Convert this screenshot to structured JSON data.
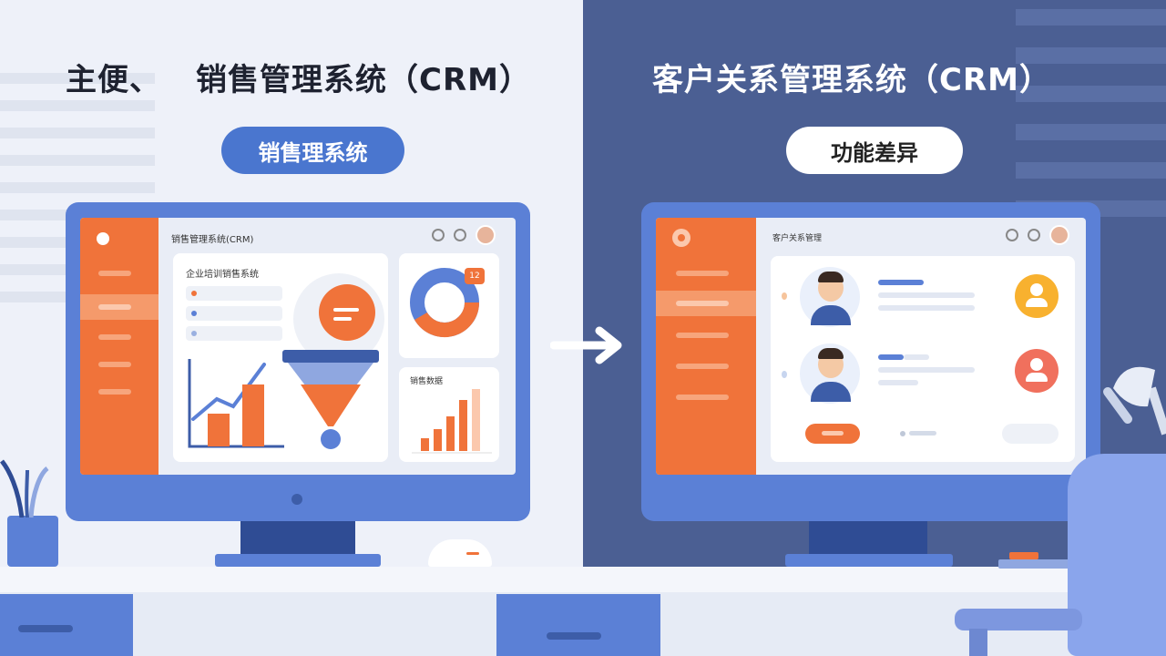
{
  "left": {
    "title_prefix": "主便、",
    "title": "销售管理系统（CRM）",
    "badge": "销售理系统",
    "monitor": {
      "header": "销售管理系统(CRM)",
      "card_title": "企业培训销售系统",
      "kpi_badge": "12",
      "chart_title": "销售数据"
    }
  },
  "right": {
    "title": "客户关系管理系统（CRM）",
    "badge": "功能差异",
    "monitor": {
      "header": "客户关系管理"
    }
  },
  "colors": {
    "accent": "#f0733a",
    "blue": "#5b80d6",
    "dark_blue": "#3d5da8",
    "right_bg": "#4b5f93"
  },
  "icons": [
    "arrow-right-icon",
    "user-avatar-icon",
    "funnel-icon",
    "donut-chart-icon",
    "bar-chart-icon",
    "line-chart-icon",
    "pencil-cup-icon",
    "desk-lamp-icon",
    "chair-icon",
    "mouse-icon"
  ]
}
